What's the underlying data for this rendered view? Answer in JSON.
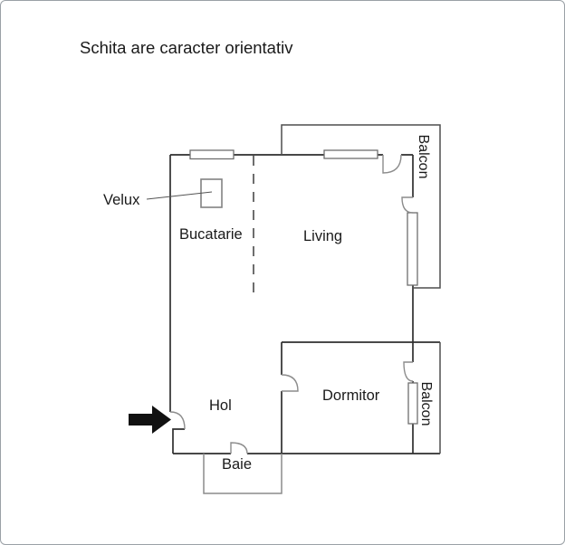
{
  "title": "Schita are caracter orientativ",
  "rooms": {
    "bucatarie": "Bucatarie",
    "living": "Living",
    "hol": "Hol",
    "dormitor": "Dormitor",
    "baie": "Baie",
    "balcon_top": "Balcon",
    "balcon_bottom": "Balcon"
  },
  "annotations": {
    "velux": "Velux"
  },
  "icons": {
    "entrance_arrow": "solid black right-pointing arrow marking apartment entrance"
  },
  "colors": {
    "background": "#ffffff",
    "frame_border": "#9aa0a6",
    "wall": "#2f2f2f",
    "balcony_wall": "#4f4f4f",
    "light_wall": "#8c8c8c",
    "window_border": "#6e6e6e",
    "dashed_partition": "#3d3d3d",
    "text": "#1a1a1a",
    "arrow": "#111111"
  }
}
